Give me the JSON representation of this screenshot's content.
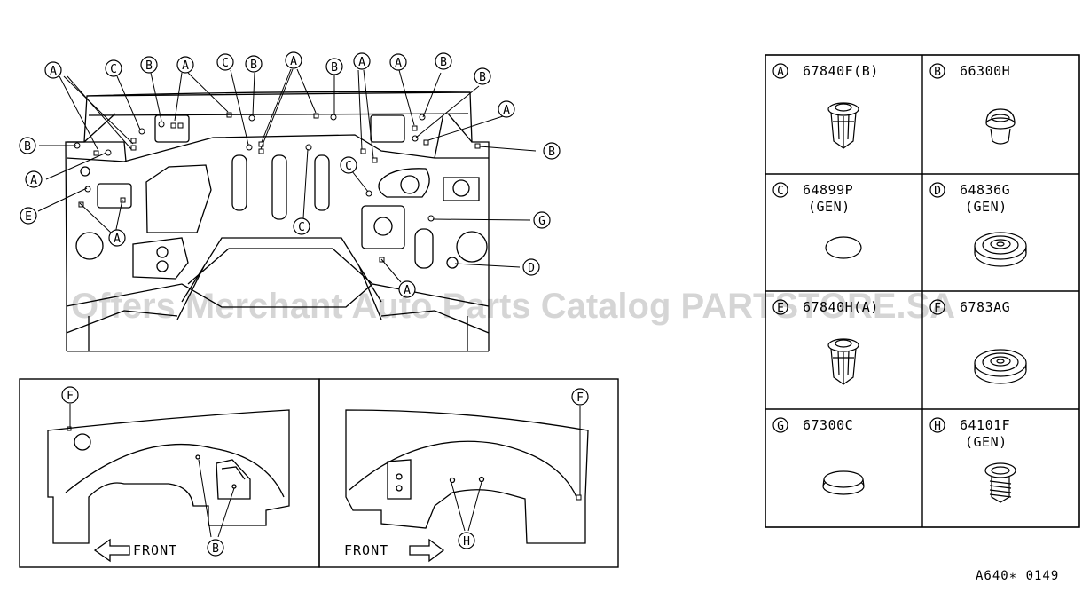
{
  "callouts_main": [
    {
      "letter": "A"
    },
    {
      "letter": "C"
    },
    {
      "letter": "B"
    },
    {
      "letter": "A"
    },
    {
      "letter": "C"
    },
    {
      "letter": "B"
    },
    {
      "letter": "A"
    },
    {
      "letter": "B"
    },
    {
      "letter": "A"
    },
    {
      "letter": "A"
    },
    {
      "letter": "B"
    },
    {
      "letter": "B"
    },
    {
      "letter": "A"
    },
    {
      "letter": "B"
    },
    {
      "letter": "A"
    },
    {
      "letter": "B"
    },
    {
      "letter": "E"
    },
    {
      "letter": "A"
    },
    {
      "letter": "C"
    },
    {
      "letter": "C"
    },
    {
      "letter": "G"
    },
    {
      "letter": "D"
    },
    {
      "letter": "A"
    }
  ],
  "left_panel": {
    "callout_top": "F",
    "callout_bottom": "B",
    "direction": "FRONT"
  },
  "right_panel": {
    "callout_top": "F",
    "callout_bottom": "H",
    "direction": "FRONT"
  },
  "legend": {
    "cells": [
      {
        "letter": "A",
        "code": "67840F(B)",
        "note": "",
        "icon": "push-clip-icon"
      },
      {
        "letter": "B",
        "code": "66300H",
        "note": "",
        "icon": "mushroom-plug-icon"
      },
      {
        "letter": "C",
        "code": "64899P",
        "note": "(GEN)",
        "icon": "oval-plug-icon"
      },
      {
        "letter": "D",
        "code": "64836G",
        "note": "(GEN)",
        "icon": "round-grommet-icon"
      },
      {
        "letter": "E",
        "code": "67840H(A)",
        "note": "",
        "icon": "push-clip-icon"
      },
      {
        "letter": "F",
        "code": "6783AG",
        "note": "",
        "icon": "round-grommet-icon"
      },
      {
        "letter": "G",
        "code": "67300C",
        "note": "",
        "icon": "flat-cap-icon"
      },
      {
        "letter": "H",
        "code": "64101F",
        "note": "(GEN)",
        "icon": "screw-grommet-icon"
      }
    ]
  },
  "watermark": "Offers Merchant Auto Parts Catalog PARTSTORE.SA",
  "diagram_ref": "A640∗ 0149"
}
